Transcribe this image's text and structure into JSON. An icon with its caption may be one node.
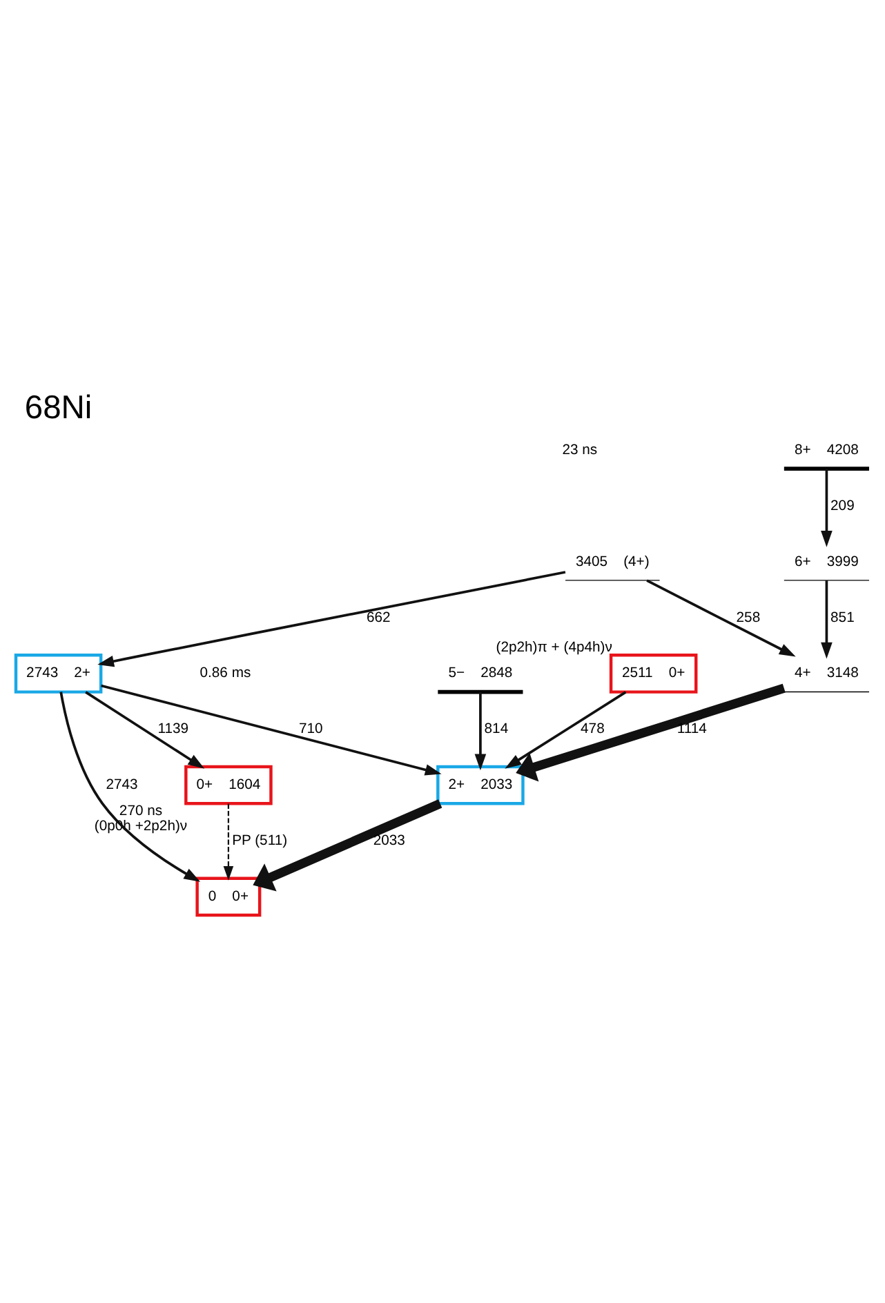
{
  "diagram": {
    "title": "68Ni",
    "nodes": [
      {
        "text": [
          "8+",
          "4208"
        ]
      },
      {
        "text": [
          "6+",
          "3999"
        ]
      },
      {
        "text": [
          "3405",
          "(4+)"
        ]
      },
      {
        "text": [
          "4+",
          "3148"
        ]
      },
      {
        "text": [
          "5−",
          "2848"
        ]
      },
      {
        "text": [
          "2743",
          "2+"
        ]
      },
      {
        "text": [
          "2511",
          "0+"
        ],
        "beside": [
          "(2p2h)π + (4p4h)ν"
        ]
      },
      {
        "text": [
          "2+",
          "2033"
        ]
      },
      {
        "text": [
          "0+",
          "1604"
        ],
        "beside": [
          "270 ns",
          "(0p0h +2p2h)ν"
        ]
      },
      {
        "text": [
          "0",
          "0+"
        ]
      }
    ],
    "edges": [
      {
        "from": 0,
        "to": 1,
        "arrow": "to",
        "label": "209"
      },
      {
        "from": 1,
        "to": 3,
        "arrow": "to",
        "label": "851"
      },
      {
        "from": 2,
        "to": 3,
        "arrow": "to",
        "label": "258"
      },
      {
        "from": 2,
        "to": 5,
        "arrow": "to",
        "label": "662"
      },
      {
        "from": 4,
        "to": 7,
        "arrow": "to",
        "label": "814"
      },
      {
        "from": 3,
        "to": 7,
        "arrow": "to",
        "label": "1114",
        "style": "thick"
      },
      {
        "from": 5,
        "to": 7,
        "arrow": "to",
        "label": "710"
      },
      {
        "from": 5,
        "to": 8,
        "arrow": "to",
        "label": "1139"
      },
      {
        "from": 5,
        "to": 9,
        "arrow": "to",
        "label": "2743"
      },
      {
        "from": 6,
        "to": 7,
        "arrow": "to",
        "label": "478"
      },
      {
        "from": 7,
        "to": 9,
        "arrow": "to",
        "label": "2033",
        "style": "thick"
      },
      {
        "from": 8,
        "to": 9,
        "arrow": "to",
        "label": "PP (511)",
        "style": "dashed"
      }
    ],
    "labels": [
      "23 ns",
      "0.86 ms"
    ]
  }
}
